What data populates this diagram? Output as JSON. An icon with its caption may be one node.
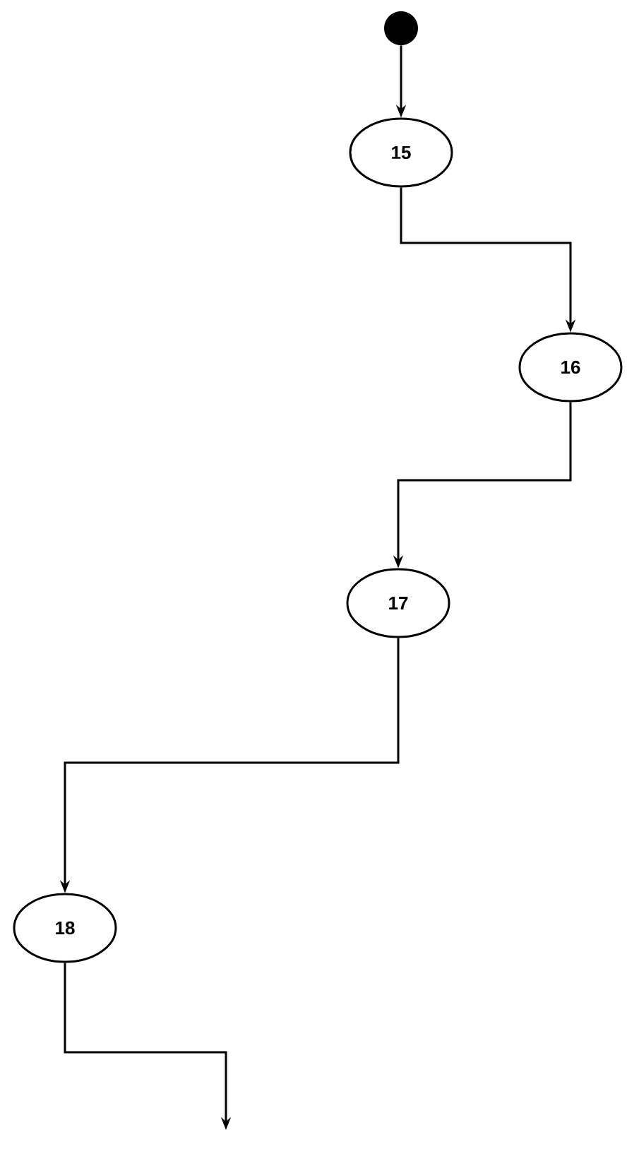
{
  "diagram": {
    "nodes": [
      {
        "text": [],
        "shape": "circle"
      },
      {
        "text": [
          "15"
        ]
      },
      {
        "text": [
          "16"
        ]
      },
      {
        "text": [
          "17"
        ]
      },
      {
        "text": [
          "18"
        ]
      }
    ],
    "edges": [
      {
        "from": 0,
        "to": 1,
        "arrow": "to"
      },
      {
        "from": 1,
        "to": 2,
        "arrow": "to"
      },
      {
        "from": 2,
        "to": 3,
        "arrow": "to"
      },
      {
        "from": 3,
        "to": 4,
        "arrow": "to"
      },
      {
        "from": 4,
        "to": null,
        "arrow": "to"
      }
    ]
  }
}
